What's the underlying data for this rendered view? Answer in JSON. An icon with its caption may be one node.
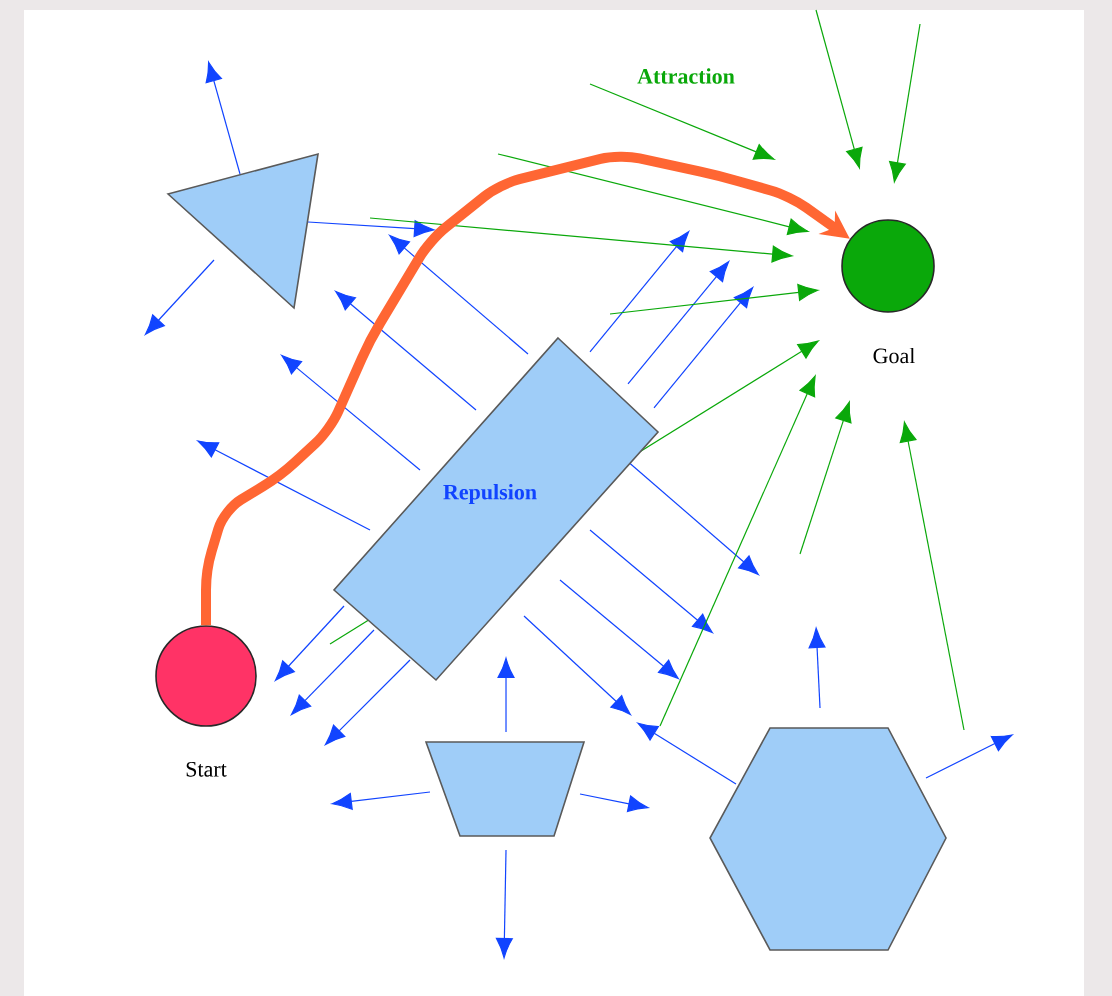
{
  "diagram": {
    "nodes": [
      {
        "text": [],
        "shape": "triangle"
      },
      {
        "text": [],
        "shape": "circle",
        "beside": [
          "Goal"
        ]
      },
      {
        "text": [],
        "shape": "box"
      },
      {
        "text": [],
        "shape": "circle",
        "beside": [
          "Start"
        ]
      },
      {
        "text": [],
        "shape": "trapezoid"
      },
      {
        "text": [],
        "shape": "hexagon"
      }
    ],
    "edges": [
      {
        "from": 3,
        "to": 1,
        "arrow": "to",
        "color": "#ff6633"
      }
    ],
    "labels": [
      "Attraction",
      "Repulsion"
    ]
  }
}
